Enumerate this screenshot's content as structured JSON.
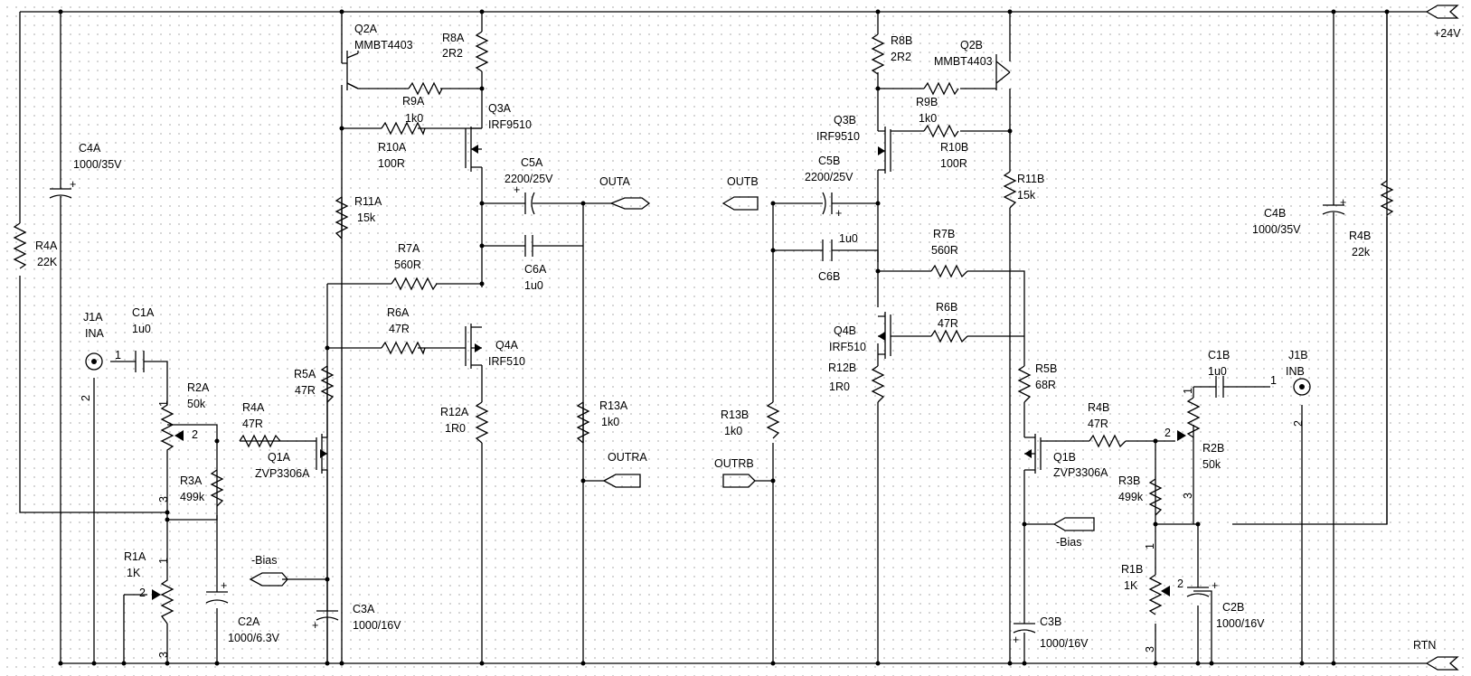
{
  "nets": {
    "supply": "+24V",
    "return": "RTN"
  },
  "channel_a": {
    "q2": {
      "ref": "Q2A",
      "part": "MMBT4403"
    },
    "r8": {
      "ref": "R8A",
      "value": "2R2"
    },
    "r9": {
      "ref": "R9A",
      "value": "1k0"
    },
    "q3": {
      "ref": "Q3A",
      "part": "IRF9510"
    },
    "r10": {
      "ref": "R10A",
      "value": "100R"
    },
    "c4": {
      "ref": "C4A",
      "value": "1000/35V"
    },
    "c5": {
      "ref": "C5A",
      "value": "2200/25V"
    },
    "out": "OUTA",
    "r11": {
      "ref": "R11A",
      "value": "15k"
    },
    "c6": {
      "ref": "C6A",
      "value": "1u0"
    },
    "r7": {
      "ref": "R7A",
      "value": "560R"
    },
    "r4big": {
      "ref": "R4A",
      "value": "22K"
    },
    "j1": {
      "ref": "J1A",
      "label": "INA"
    },
    "c1": {
      "ref": "C1A",
      "value": "1u0"
    },
    "r6": {
      "ref": "R6A",
      "value": "47R"
    },
    "q4": {
      "ref": "Q4A",
      "part": "IRF510"
    },
    "r5": {
      "ref": "R5A",
      "value": "47R"
    },
    "r2": {
      "ref": "R2A",
      "value": "50k"
    },
    "r4": {
      "ref": "R4A",
      "value": "47R"
    },
    "r12": {
      "ref": "R12A",
      "value": "1R0"
    },
    "r13": {
      "ref": "R13A",
      "value": "1k0"
    },
    "q1": {
      "ref": "Q1A",
      "part": "ZVP3306A"
    },
    "outr": "OUTRA",
    "r3": {
      "ref": "R3A",
      "value": "499k"
    },
    "r1": {
      "ref": "R1A",
      "value": "1K"
    },
    "bias": "-Bias",
    "c2": {
      "ref": "C2A",
      "value": "1000/6.3V"
    },
    "c3": {
      "ref": "C3A",
      "value": "1000/16V"
    }
  },
  "channel_b": {
    "r8": {
      "ref": "R8B",
      "value": "2R2"
    },
    "q2": {
      "ref": "Q2B",
      "part": "MMBT4403"
    },
    "r9": {
      "ref": "R9B",
      "value": "1k0"
    },
    "q3": {
      "ref": "Q3B",
      "part": "IRF9510"
    },
    "r10": {
      "ref": "R10B",
      "value": "100R"
    },
    "c5": {
      "ref": "C5B",
      "value": "2200/25V"
    },
    "out": "OUTB",
    "r11": {
      "ref": "R11B",
      "value": "15k"
    },
    "c6": {
      "ref": "C6B",
      "value": "1u0"
    },
    "r7": {
      "ref": "R7B",
      "value": "560R"
    },
    "c4": {
      "ref": "C4B",
      "value": "1000/35V"
    },
    "r4big": {
      "ref": "R4B",
      "value": "22k"
    },
    "r6": {
      "ref": "R6B",
      "value": "47R"
    },
    "q4": {
      "ref": "Q4B",
      "part": "IRF510"
    },
    "r12": {
      "ref": "R12B",
      "value": "1R0"
    },
    "c1": {
      "ref": "C1B",
      "value": "1u0"
    },
    "j1": {
      "ref": "J1B",
      "label": "INB"
    },
    "r5": {
      "ref": "R5B",
      "value": "68R"
    },
    "r13": {
      "ref": "R13B",
      "value": "1k0"
    },
    "r4": {
      "ref": "R4B",
      "value": "47R"
    },
    "r2": {
      "ref": "R2B",
      "value": "50k"
    },
    "outr": "OUTRB",
    "q1": {
      "ref": "Q1B",
      "part": "ZVP3306A"
    },
    "r3": {
      "ref": "R3B",
      "value": "499k"
    },
    "bias": "-Bias",
    "r1": {
      "ref": "R1B",
      "value": "1K"
    },
    "c2": {
      "ref": "C2B",
      "value": "1000/16V"
    },
    "c3": {
      "ref": "C3B",
      "value": "1000/16V"
    }
  },
  "pins": {
    "p1": "1",
    "p2": "2",
    "p3": "3",
    "plus": "+"
  }
}
